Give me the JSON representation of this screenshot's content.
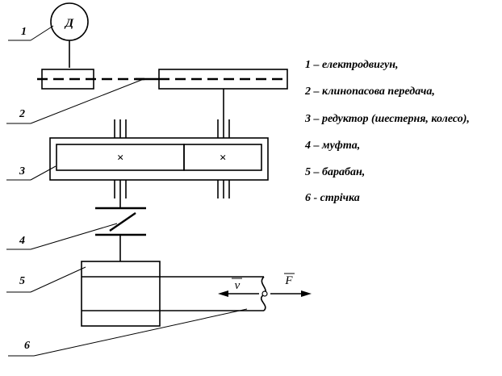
{
  "diagram": {
    "motor_symbol": "Д",
    "callout_numbers": [
      "1",
      "2",
      "3",
      "4",
      "5",
      "6"
    ],
    "gear_marks": [
      "×",
      "×"
    ],
    "velocity_label": "v",
    "force_label": "F"
  },
  "legend": [
    "1 – електродвигун,",
    "2 – клинопасова передача,",
    "3 – редуктор (шестерня, колесо),",
    "4 – муфта,",
    "5 – барабан,",
    "6 - стрічка"
  ]
}
